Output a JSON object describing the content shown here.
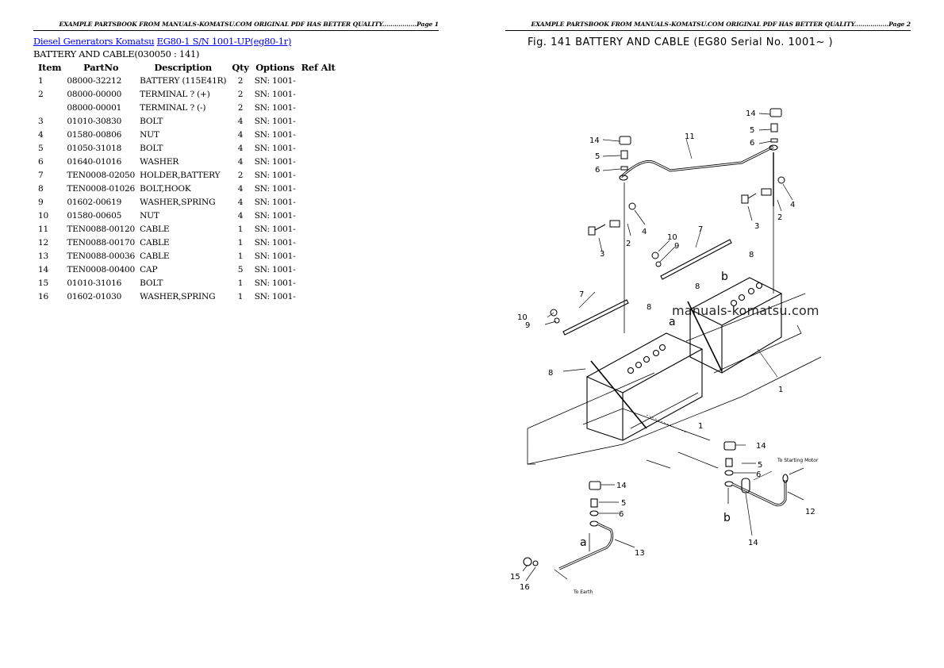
{
  "page1": {
    "header": "EXAMPLE PARTSBOOK FROM MANUALS-KOMATSU.COM ORIGINAL PDF HAS BETTER QUALITY.................Page 1",
    "breadcrumb": {
      "link1": "Diesel Generators Komatsu",
      "link2": "EG80-1 S/N 1001-UP(eg80-1r)"
    },
    "subtitle": "BATTERY AND CABLE(030050 : 141)",
    "table": {
      "headers": [
        "Item",
        "PartNo",
        "Description",
        "Qty",
        "Options",
        "Ref Alt"
      ],
      "rows": [
        {
          "item": "1",
          "partno": "08000-32212",
          "desc": "BATTERY (115E41R)",
          "qty": "2",
          "options": "SN: 1001-",
          "ref": ""
        },
        {
          "item": "2",
          "partno": "08000-00000",
          "desc": "TERMINAL ? (+)",
          "qty": "2",
          "options": "SN: 1001-",
          "ref": ""
        },
        {
          "item": "",
          "partno": "08000-00001",
          "desc": "TERMINAL ? (-)",
          "qty": "2",
          "options": "SN: 1001-",
          "ref": ""
        },
        {
          "item": "3",
          "partno": "01010-30830",
          "desc": "BOLT",
          "qty": "4",
          "options": "SN: 1001-",
          "ref": ""
        },
        {
          "item": "4",
          "partno": "01580-00806",
          "desc": "NUT",
          "qty": "4",
          "options": "SN: 1001-",
          "ref": ""
        },
        {
          "item": "5",
          "partno": "01050-31018",
          "desc": "BOLT",
          "qty": "4",
          "options": "SN: 1001-",
          "ref": ""
        },
        {
          "item": "6",
          "partno": "01640-01016",
          "desc": "WASHER",
          "qty": "4",
          "options": "SN: 1001-",
          "ref": ""
        },
        {
          "item": "7",
          "partno": "TEN0008-02050",
          "desc": "HOLDER,BATTERY",
          "qty": "2",
          "options": "SN: 1001-",
          "ref": ""
        },
        {
          "item": "8",
          "partno": "TEN0008-01026",
          "desc": "BOLT,HOOK",
          "qty": "4",
          "options": "SN: 1001-",
          "ref": ""
        },
        {
          "item": "9",
          "partno": "01602-00619",
          "desc": "WASHER,SPRING",
          "qty": "4",
          "options": "SN: 1001-",
          "ref": ""
        },
        {
          "item": "10",
          "partno": "01580-00605",
          "desc": "NUT",
          "qty": "4",
          "options": "SN: 1001-",
          "ref": ""
        },
        {
          "item": "11",
          "partno": "TEN0088-00120",
          "desc": "CABLE",
          "qty": "1",
          "options": "SN: 1001-",
          "ref": ""
        },
        {
          "item": "12",
          "partno": "TEN0088-00170",
          "desc": "CABLE",
          "qty": "1",
          "options": "SN: 1001-",
          "ref": ""
        },
        {
          "item": "13",
          "partno": "TEN0088-00036",
          "desc": "CABLE",
          "qty": "1",
          "options": "SN: 1001-",
          "ref": ""
        },
        {
          "item": "14",
          "partno": "TEN0008-00400",
          "desc": "CAP",
          "qty": "5",
          "options": "SN: 1001-",
          "ref": ""
        },
        {
          "item": "15",
          "partno": "01010-31016",
          "desc": "BOLT",
          "qty": "1",
          "options": "SN: 1001-",
          "ref": ""
        },
        {
          "item": "16",
          "partno": "01602-01030",
          "desc": "WASHER,SPRING",
          "qty": "1",
          "options": "SN: 1001-",
          "ref": ""
        }
      ]
    }
  },
  "page2": {
    "header": "EXAMPLE PARTSBOOK FROM MANUALS-KOMATSU.COM ORIGINAL PDF HAS BETTER QUALITY.................Page 2",
    "figure_title": "Fig. 141   BATTERY AND CABLE  (EG80 Serial No. 1001~ )",
    "watermark": "manuals-komatsu.com",
    "callouts": {
      "to_starting_motor": "To Starting Motor",
      "to_earth": "To Earth",
      "a": "a",
      "b": "b"
    }
  },
  "colors": {
    "link": "#0000ee",
    "text": "#000000",
    "background": "#ffffff"
  }
}
